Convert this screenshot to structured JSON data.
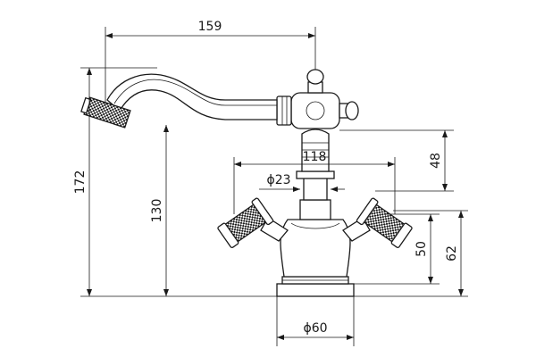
{
  "dimensions": {
    "spout_reach": "159",
    "total_height": "172",
    "spout_height": "130",
    "handle_span": "118",
    "stem_diameter": "ϕ23",
    "top_height": "48",
    "handle_height": "50",
    "handle_top_height": "62",
    "base_diameter": "ϕ60"
  },
  "colors": {
    "line": "#1a1a1a",
    "background": "#ffffff"
  }
}
